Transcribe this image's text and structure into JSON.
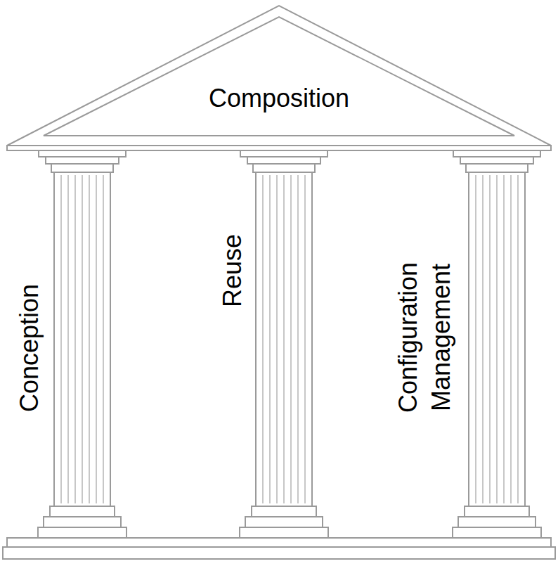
{
  "diagram": {
    "nodes": [
      {
        "text": [
          "Composition"
        ]
      },
      {
        "text": [
          "Conception"
        ]
      },
      {
        "text": [
          "Reuse"
        ]
      },
      {
        "text": [
          "Configuration Management"
        ]
      }
    ]
  }
}
